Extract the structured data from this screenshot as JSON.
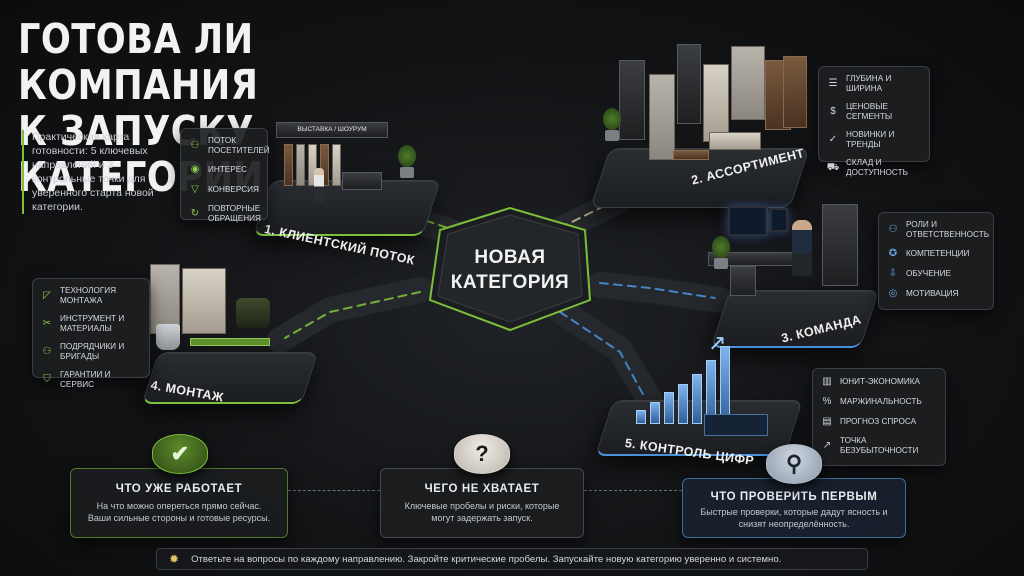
{
  "title_line1": "ГОТОВА ЛИ КОМПАНИЯ",
  "title_line2": "К ЗАПУСКУ КАТЕГОРИИ",
  "subtitle": "Практическая карта готовности: 5 ключевых направлений и 3 контрольные точки для уверенного старта новой категории.",
  "hub": {
    "line1": "НОВАЯ",
    "line2": "КАТЕГОРИЯ"
  },
  "colors": {
    "accent_green": "#7dbf3a",
    "accent_blue": "#4a90d9",
    "background": "#121315"
  },
  "directions": [
    {
      "label": "1. КЛИЕНТСКИЙ ПОТОК",
      "scene_sign": "ВЫСТАВКА / ШОУРУМ",
      "items": [
        {
          "icon": "users-icon",
          "text": "ПОТОК ПОСЕТИТЕЛЕЙ"
        },
        {
          "icon": "eye-icon",
          "text": "ИНТЕРЕС"
        },
        {
          "icon": "funnel-icon",
          "text": "КОНВЕРСИЯ"
        },
        {
          "icon": "repeat-icon",
          "text": "ПОВТОРНЫЕ ОБРАЩЕНИЯ"
        }
      ]
    },
    {
      "label": "2. АССОРТИМЕНТ",
      "items": [
        {
          "icon": "checklist-icon",
          "text": "ГЛУБИНА И ШИРИНА"
        },
        {
          "icon": "dollar-icon",
          "text": "ЦЕНОВЫЕ СЕГМЕНТЫ"
        },
        {
          "icon": "shield-check-icon",
          "text": "НОВИНКИ И ТРЕНДЫ"
        },
        {
          "icon": "truck-icon",
          "text": "СКЛАД И ДОСТУПНОСТЬ"
        }
      ]
    },
    {
      "label": "3. КОМАНДА",
      "items": [
        {
          "icon": "people-icon",
          "text": "РОЛИ И ОТВЕТСТВЕННОСТЬ"
        },
        {
          "icon": "badge-icon",
          "text": "КОМПЕТЕНЦИИ"
        },
        {
          "icon": "training-icon",
          "text": "ОБУЧЕНИЕ"
        },
        {
          "icon": "target-icon",
          "text": "МОТИВАЦИЯ"
        }
      ]
    },
    {
      "label": "4. МОНТАЖ",
      "items": [
        {
          "icon": "ruler-icon",
          "text": "ТЕХНОЛОГИЯ МОНТАЖА"
        },
        {
          "icon": "tools-icon",
          "text": "ИНСТРУМЕНТ И МАТЕРИАЛЫ"
        },
        {
          "icon": "team-icon",
          "text": "ПОДРЯДЧИКИ И БРИГАДЫ"
        },
        {
          "icon": "shield-icon",
          "text": "ГАРАНТИИ И СЕРВИС"
        }
      ]
    },
    {
      "label": "5. КОНТРОЛЬ ЦИФР",
      "items": [
        {
          "icon": "bar-chart-icon",
          "text": "ЮНИТ-ЭКОНОМИКА"
        },
        {
          "icon": "percent-icon",
          "text": "МАРЖИНАЛЬНОСТЬ"
        },
        {
          "icon": "forecast-icon",
          "text": "ПРОГНОЗ СПРОСА"
        },
        {
          "icon": "trend-icon",
          "text": "ТОЧКА БЕЗУБЫТОЧНОСТИ"
        }
      ]
    }
  ],
  "checkpoints": [
    {
      "icon": "check-icon",
      "glyph": "✔",
      "title": "ЧТО УЖЕ РАБОТАЕТ",
      "text": "На что можно опереться прямо сейчас. Ваши сильные стороны и готовые ресурсы."
    },
    {
      "icon": "question-icon",
      "glyph": "?",
      "title": "ЧЕГО НЕ ХВАТАЕТ",
      "text": "Ключевые пробелы и риски, которые могут задержать запуск."
    },
    {
      "icon": "magnifier-icon",
      "glyph": "⚲",
      "title": "ЧТО ПРОВЕРИТЬ ПЕРВЫМ",
      "text": "Быстрые проверки, которые дадут ясность и снизят неопределённость."
    }
  ],
  "footer": "Ответьте на вопросы по каждому направлению. Закройте критические пробелы. Запускайте новую категорию уверенно и системно."
}
